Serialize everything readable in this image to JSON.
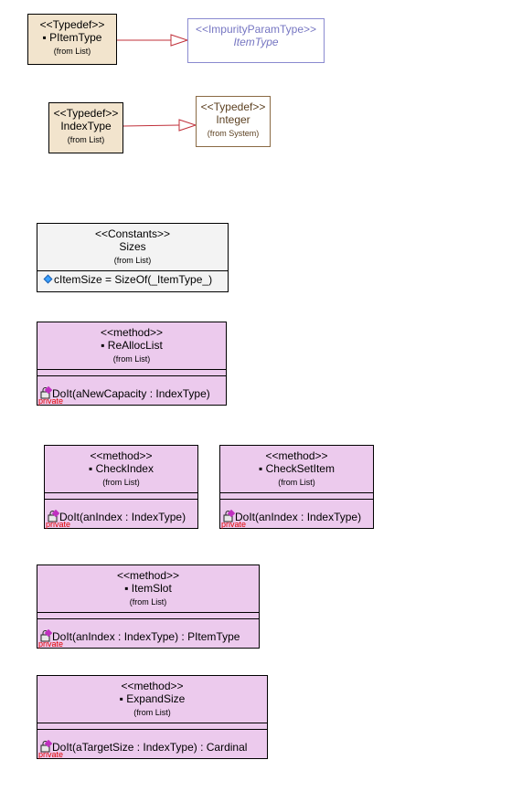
{
  "diagram": {
    "pitemtype": {
      "stereotype": "<<Typedef>>",
      "name": "▪ PItemType",
      "from": "(from List)"
    },
    "itemtype": {
      "stereotype": "<<ImpurityParamType>>",
      "name": "ItemType"
    },
    "indextype": {
      "stereotype": "<<Typedef>>",
      "name": "IndexType",
      "from": "(from List)"
    },
    "integer": {
      "stereotype": "<<Typedef>>",
      "name": "Integer",
      "from": "(from System)"
    },
    "sizes": {
      "stereotype": "<<Constants>>",
      "name": "Sizes",
      "from": "(from List)",
      "attribute": "cItemSize = SizeOf(_ItemType_)"
    },
    "realloc": {
      "stereotype": "<<method>>",
      "name": "▪ ReAllocList",
      "from": "(from List)",
      "operation": "DoIt(aNewCapacity : IndexType)",
      "visibility": "private"
    },
    "checkindex": {
      "stereotype": "<<method>>",
      "name": "▪ CheckIndex",
      "from": "(from List)",
      "operation": "DoIt(anIndex : IndexType)",
      "visibility": "private"
    },
    "checksetitem": {
      "stereotype": "<<method>>",
      "name": "▪ CheckSetItem",
      "from": "(from List)",
      "operation": "DoIt(anIndex : IndexType)",
      "visibility": "private"
    },
    "itemslot": {
      "stereotype": "<<method>>",
      "name": "▪ ItemSlot",
      "from": "(from List)",
      "operation": "DoIt(anIndex : IndexType) : PItemType",
      "visibility": "private"
    },
    "expandsize": {
      "stereotype": "<<method>>",
      "name": "▪ ExpandSize",
      "from": "(from List)",
      "operation": "DoIt(aTargetSize : IndexType) : Cardinal",
      "visibility": "private"
    }
  },
  "colors": {
    "typedef_fill": "#f2e4cd",
    "method_fill": "#eccaed",
    "constants_fill": "#f3f3f3",
    "link": "#c0303a",
    "private": "#e00000"
  },
  "icons": {
    "operation": "lock-icon",
    "attribute": "diamond-icon"
  }
}
